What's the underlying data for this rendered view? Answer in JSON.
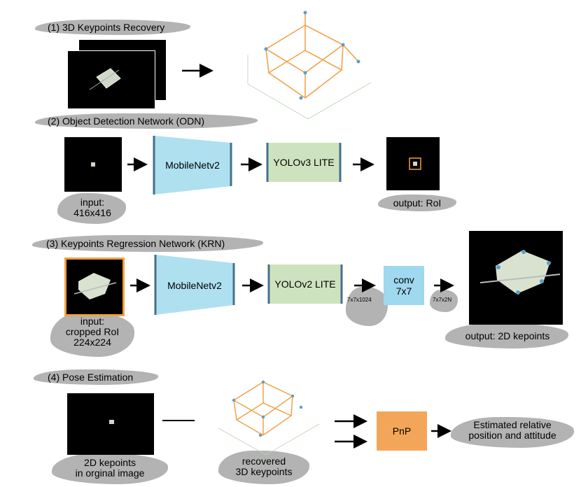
{
  "colors": {
    "mobilenet": "#aee0f0",
    "yolo": "#cde3bf",
    "conv": "#9fd8ef",
    "pnp": "#f3a65a",
    "roi_border": "#f0a040",
    "box3d": "#f2a24a",
    "blob": "#b3b3b3"
  },
  "sections": [
    "(1) 3D Keypoints Recovery",
    "(2) Object Detection Network (ODN)",
    "(3) Keypoints Regression Network (KRN)",
    "(4) Pose Estimation"
  ],
  "odn": {
    "input_label": [
      "input:",
      "416x416"
    ],
    "backbone": "MobileNetv2",
    "head": "YOLOv3 LITE",
    "output_label": "output: RoI"
  },
  "krn": {
    "input_label": [
      "input:",
      "cropped RoI",
      "224x224"
    ],
    "backbone": "MobileNetv2",
    "head": "YOLOv2 LITE",
    "dim1": "7x7x1024",
    "conv": [
      "conv",
      "7x7"
    ],
    "dim2": "7x7x2N",
    "output_label": "output: 2D kepoints"
  },
  "pose": {
    "left_label": [
      "2D kepoints",
      "in orginal image"
    ],
    "mid_label": [
      "recovered",
      "3D keypoints"
    ],
    "solver": "PnP",
    "result": [
      "Estimated relative",
      "position and attitude"
    ]
  }
}
